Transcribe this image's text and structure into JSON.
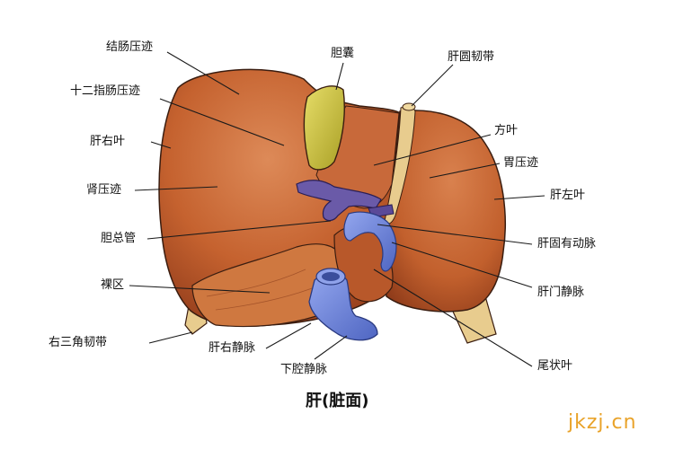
{
  "title": "肝(脏面)",
  "watermark": "jkzj.cn",
  "labels": {
    "colon_impression": "结肠压迹",
    "duodenal_impression": "十二指肠压迹",
    "right_lobe": "肝右叶",
    "renal_impression": "肾压迹",
    "common_bile_duct": "胆总管",
    "bare_area": "裸区",
    "right_triangular_ligament": "右三角韧带",
    "right_hepatic_vein": "肝右静脉",
    "inferior_vena_cava": "下腔静脉",
    "gallbladder": "胆囊",
    "round_ligament": "肝圆韧带",
    "quadrate_lobe": "方叶",
    "gastric_impression": "胃压迹",
    "left_lobe": "肝左叶",
    "hepatic_artery_proper": "肝固有动脉",
    "portal_vein": "肝门静脉",
    "caudate_lobe": "尾状叶"
  },
  "colors": {
    "liver": "#c5622f",
    "liver_dark": "#8f3a1a",
    "liver_light": "#dd8a58",
    "gallbladder": "#c9c23a",
    "vein": "#6f86d8",
    "portal": "#6a5aa8",
    "ligament": "#e8cc8e",
    "outline": "#3a1d10"
  }
}
